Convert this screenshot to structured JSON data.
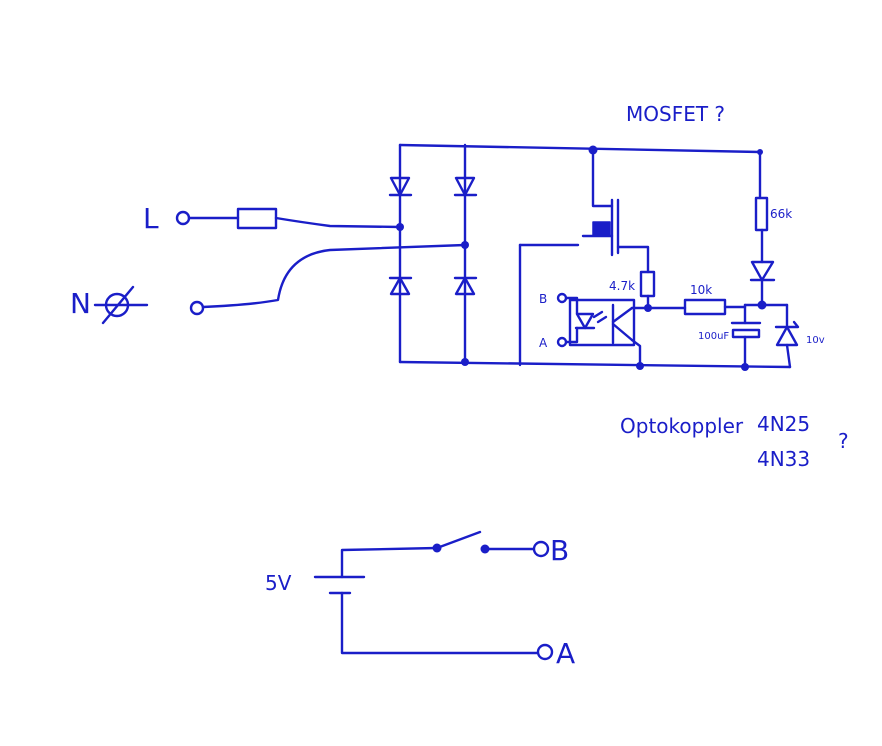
{
  "diagram": {
    "terminals": {
      "line": "L",
      "neutral": "N",
      "switch_b": "B",
      "switch_a": "A",
      "opto_b": "B",
      "opto_a": "A"
    },
    "components": {
      "mosfet": "MOSFET ?",
      "resistor_top": "66k",
      "resistor_gate": "4.7k",
      "resistor_10k": "10k",
      "capacitor": "100uF",
      "zener": "10v",
      "battery": "5V"
    },
    "notes": {
      "optocoupler": "Optokoppler",
      "part_1": "4N25",
      "part_2": "4N33",
      "question": "?"
    },
    "colors": {
      "ink": "#1a1ec8",
      "paper": "#ffffff"
    }
  }
}
